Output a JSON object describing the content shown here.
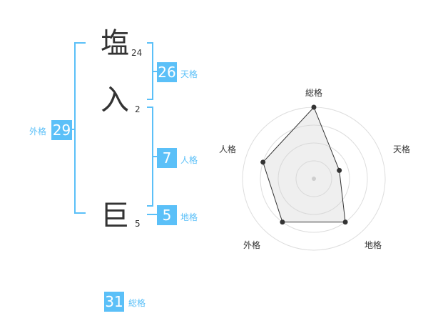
{
  "name": {
    "characters": [
      {
        "char": "塩",
        "strokes": "24"
      },
      {
        "char": "入",
        "strokes": "2"
      },
      {
        "char": "巨",
        "strokes": "5"
      }
    ]
  },
  "fortune": {
    "tenkaku": {
      "value": "26",
      "label": "天格"
    },
    "jinkaku": {
      "value": "7",
      "label": "人格"
    },
    "chikaku": {
      "value": "5",
      "label": "地格"
    },
    "gaikaku": {
      "value": "29",
      "label": "外格"
    },
    "soukaku": {
      "value": "31",
      "label": "総格"
    }
  },
  "colors": {
    "accent": "#5bc0f8",
    "text": "#333333",
    "radar_fill": "#eeeeee"
  },
  "chart_data": {
    "type": "radar",
    "axes": [
      "総格",
      "天格",
      "地格",
      "外格",
      "人格"
    ],
    "rings": 4,
    "max": 4,
    "values": [
      4,
      1.5,
      3,
      3,
      3
    ]
  }
}
